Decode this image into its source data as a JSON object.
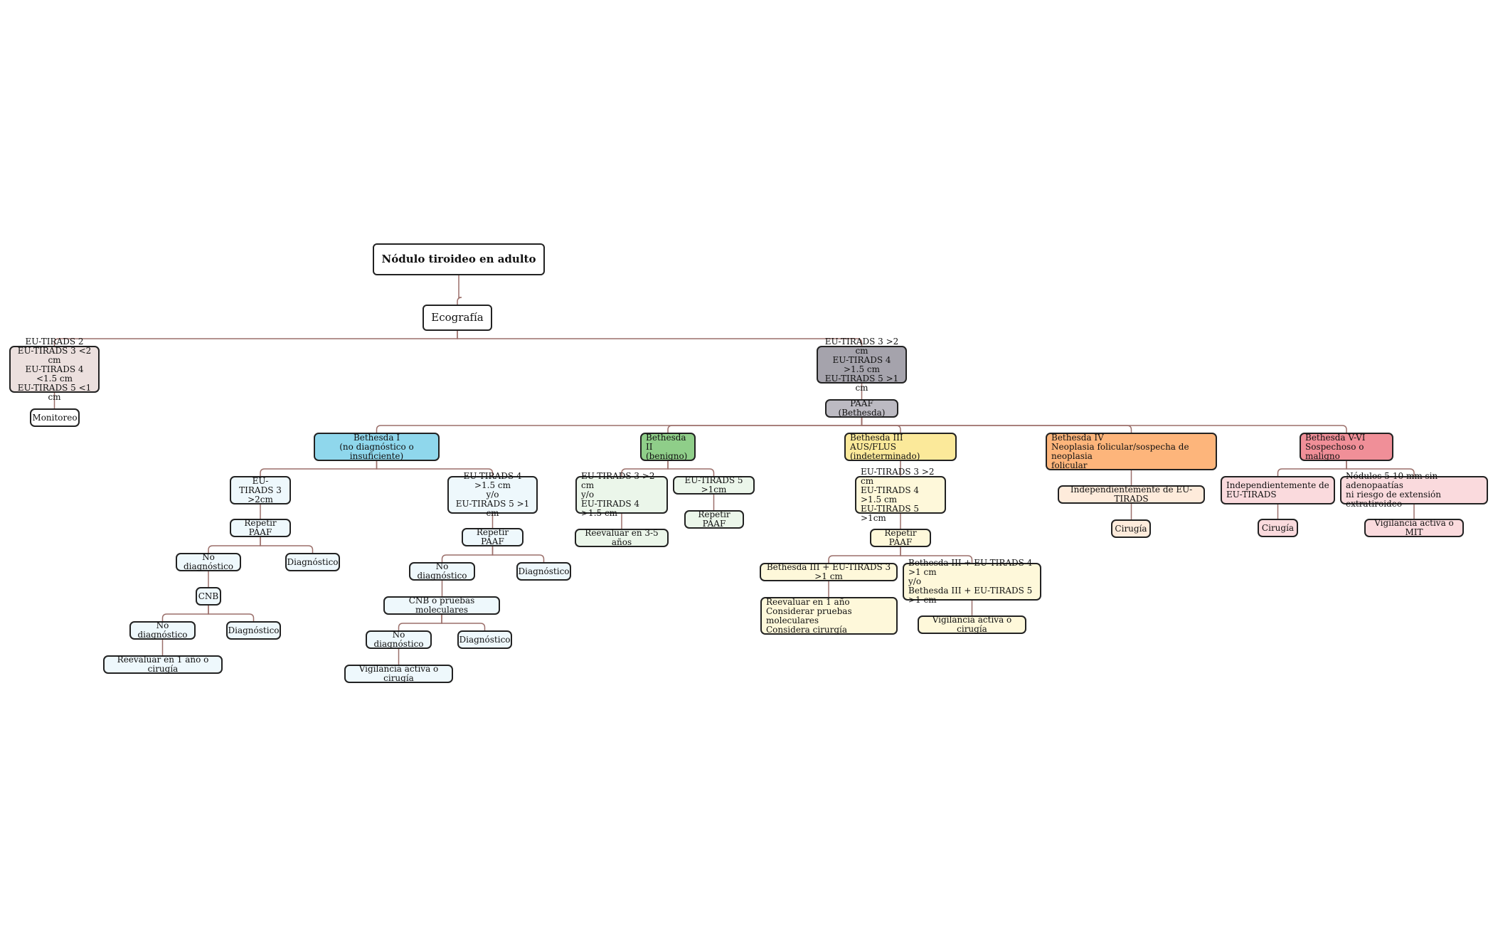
{
  "diagram": {
    "root": "Nódulo tiroideo en adulto",
    "ecografia": "Ecografía",
    "low_risk": "EU-TIRADS 2\nEU-TIRADS 3 <2 cm\nEU-TIRADS 4 <1.5 cm\nEU-TIRADS 5 <1 cm",
    "monitoreo": "Monitoreo",
    "high_risk": "EU-TIRADS 3 >2 cm\nEU-TIRADS 4 >1.5 cm\nEU-TIRADS 5 >1 cm",
    "paaf": "PAAF (Bethesda)",
    "b1": {
      "title": "Bethesda I\n(no diagnóstico o insuficiente)",
      "t3": "EU-TIRADS 3\n>2cm",
      "t3_repeat": "Repetir PAAF",
      "t3_nodiag": "No diagnóstico",
      "t3_diag": "Diagnóstico",
      "t3_cnb": "CNB",
      "t3_cnb_nodiag": "No diagnóstico",
      "t3_cnb_diag": "Diagnóstico",
      "t3_reeval": "Reevaluar en 1 año o cirugía",
      "t45": "EU-TIRADS 4 >1.5 cm\ny/o\nEU-TIRADS 5 >1 cm",
      "t45_repeat": "Repetir PAAF",
      "t45_nodiag": "No diagnóstico",
      "t45_diag": "Diagnóstico",
      "t45_cnb": "CNB o pruebas moleculares",
      "t45_cnb_nodiag": "No diagnóstico",
      "t45_cnb_diag": "Diagnóstico",
      "t45_vigil": "Vigilancia activa o cirugía"
    },
    "b2": {
      "title": "Bethesda II\n(benigno)",
      "t34": "EU-TIRADS 3 >2 cm\ny/o\nEU-TIRADS 4 >1.5 cm",
      "t34_reeval": "Reevaluar en 3-5 años",
      "t5": "EU-TIRADS 5 >1cm",
      "t5_repeat": "Repetir PAAF"
    },
    "b3": {
      "title": "Bethesda III\nAUS/FLUS (indeterminado)",
      "tirads": "EU-TIRADS 3 >2 cm\nEU-TIRADS 4 >1.5 cm\nEU-TIRADS 5 >1cm",
      "repeat": "Repetir PAAF",
      "a": "Bethesda III + EU-TIRADS 3 >1 cm",
      "a_action": "Reevaluar en 1 año\nConsiderar pruebas moleculares\nConsidera cirurgía",
      "b": "Bethesda III + EU-TIRADS 4 >1 cm\ny/o\nBethesda III + EU-TIRADS 5 >1 cm",
      "b_action": "Vigilancia activa o cirugía"
    },
    "b4": {
      "title": "Bethesda IV\nNeoplasia folicular/sospecha de neoplasia\nfolicular",
      "indep": "Independientemente de EU-TIRADS",
      "cirugia": "Cirugía"
    },
    "b56": {
      "title": "Bethesda V-VI\nSospechoso o maligno",
      "indep": "Independientemente de\nEU-TIRADS",
      "cirugia": "Cirugía",
      "nodulos": "Nódulos 5-10 mm sin adenopaatías\nni riesgo de extensión extratiroideo",
      "vigil": "Vigilancia activa o MIT"
    }
  },
  "colors": {
    "edge": "#9b6f6a"
  }
}
